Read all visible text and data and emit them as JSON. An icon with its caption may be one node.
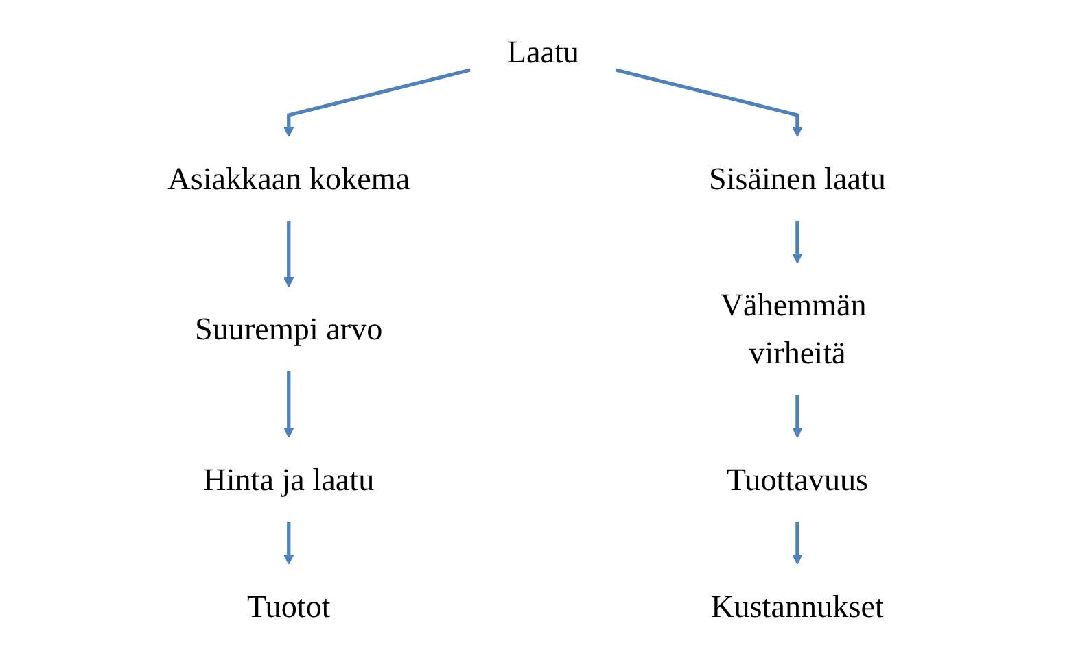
{
  "diagram": {
    "nodes": [
      {
        "text": [
          "Laatu"
        ]
      },
      {
        "text": [
          "Asiakkaan kokema"
        ]
      },
      {
        "text": [
          "Suurempi arvo"
        ]
      },
      {
        "text": [
          "Hinta ja laatu"
        ]
      },
      {
        "text": [
          "Tuotot"
        ]
      },
      {
        "text": [
          "Sisäinen laatu"
        ]
      },
      {
        "text": [
          "Vähemmän virheitä"
        ]
      },
      {
        "text": [
          "Tuottavuus"
        ]
      },
      {
        "text": [
          "Kustannukset"
        ]
      }
    ],
    "edges": [
      {
        "from": 0,
        "to": 1,
        "arrow": "to"
      },
      {
        "from": 0,
        "to": 5,
        "arrow": "to"
      },
      {
        "from": 1,
        "to": 2,
        "arrow": "to"
      },
      {
        "from": 2,
        "to": 3,
        "arrow": "to"
      },
      {
        "from": 3,
        "to": 4,
        "arrow": "to"
      },
      {
        "from": 5,
        "to": 6,
        "arrow": "to"
      },
      {
        "from": 6,
        "to": 7,
        "arrow": "to"
      },
      {
        "from": 7,
        "to": 8,
        "arrow": "to"
      }
    ]
  }
}
